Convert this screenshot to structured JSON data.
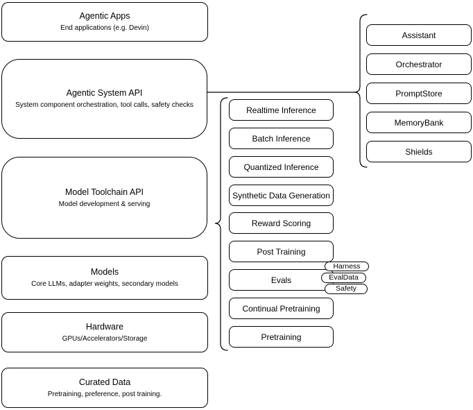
{
  "left_column": [
    {
      "title": "Agentic Apps",
      "subtitle": "End applications (e.g. Devin)"
    },
    {
      "title": "Agentic System API",
      "subtitle": "System component orchestration, tool calls, safety checks"
    },
    {
      "title": "Model Toolchain API",
      "subtitle": "Model development & serving"
    },
    {
      "title": "Models",
      "subtitle": "Core LLMs, adapter weights, secondary models"
    },
    {
      "title": "Hardware",
      "subtitle": "GPUs/Accelerators/Storage"
    },
    {
      "title": "Curated Data",
      "subtitle": "Pretraining, preference, post training."
    }
  ],
  "toolchain_items": [
    "Realtime Inference",
    "Batch Inference",
    "Quantized Inference",
    "Synthetic Data Generation",
    "Reward Scoring",
    "Post Training",
    "Evals",
    "Continual Pretraining",
    "Pretraining"
  ],
  "evals_tags": [
    "Harness",
    "EvalData",
    "Safety"
  ],
  "system_components": [
    "Assistant",
    "Orchestrator",
    "PromptStore",
    "MemoryBank",
    "Shields"
  ],
  "colors": {
    "stroke": "#000000",
    "fill": "#ffffff",
    "background": "#ffffff"
  }
}
